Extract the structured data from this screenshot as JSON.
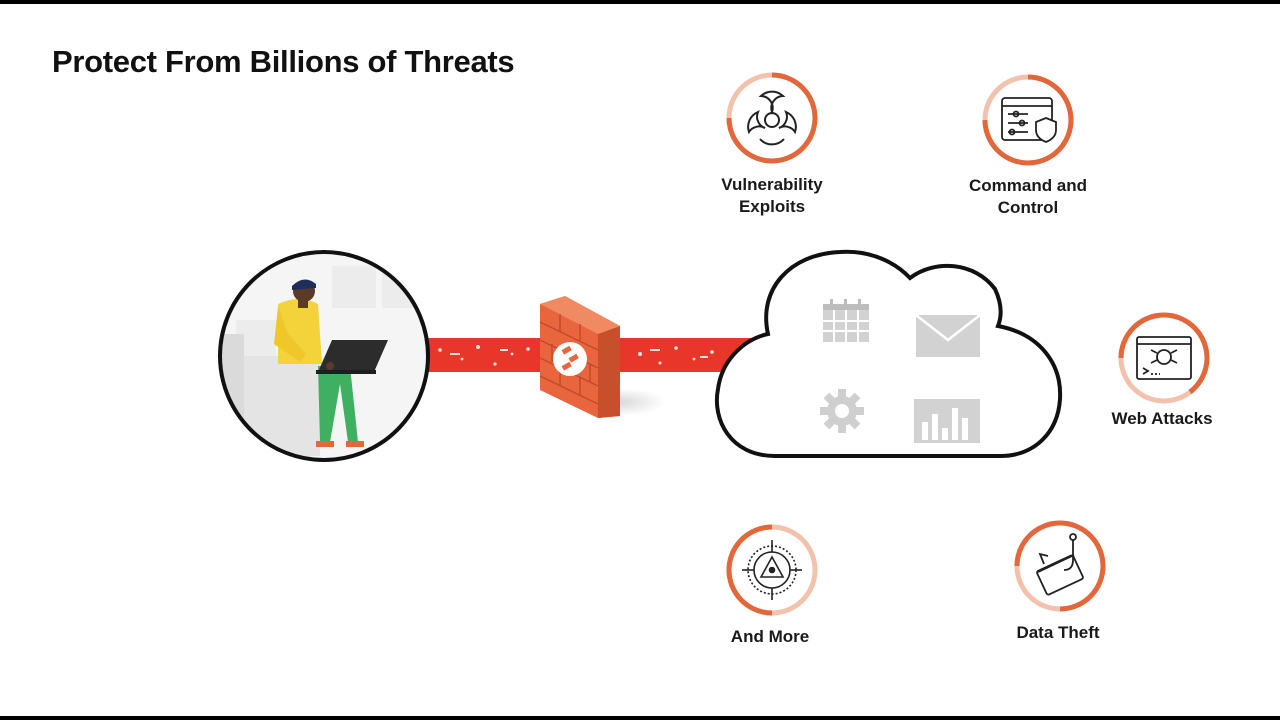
{
  "title": "Protect From Billions of Threats",
  "colors": {
    "accent": "#e2673a",
    "accent_light": "#f2c2ad",
    "traffic": "#e8372a",
    "firewall": "#e8653d",
    "cloud_icons": "#cfcfcf"
  },
  "threats": [
    {
      "id": "vulnerability",
      "label": "Vulnerability\nExploits",
      "icon": "biohazard-icon"
    },
    {
      "id": "command",
      "label": "Command and\nControl",
      "icon": "settings-shield-icon"
    },
    {
      "id": "web",
      "label": "Web Attacks",
      "icon": "browser-bug-icon"
    },
    {
      "id": "more",
      "label": "And More",
      "icon": "target-warning-icon"
    },
    {
      "id": "data",
      "label": "Data Theft",
      "icon": "phishing-card-icon"
    }
  ],
  "cloud_icons": [
    "calendar-icon",
    "mail-icon",
    "gear-icon",
    "bar-chart-icon"
  ]
}
